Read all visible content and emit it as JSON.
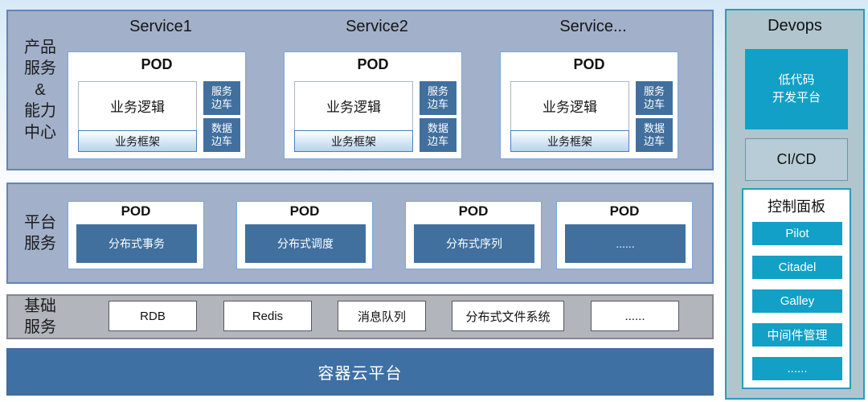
{
  "colors": {
    "section_fill": "#a2b0c9",
    "section_border": "#6185b8",
    "basic_fill": "#b2b6bc",
    "steel_blue": "#41709f",
    "cloud_bar_blue": "#3f70a4",
    "cyan_accent": "#12a0c6",
    "devops_fill": "#b1c5ce",
    "devops_border": "#2a9cb9"
  },
  "products_section": {
    "label_lines": [
      "产品",
      "服务",
      "&",
      "能力",
      "中心"
    ],
    "services": [
      {
        "title": "Service1",
        "pod_label": "POD",
        "logic_label": "业务逻辑",
        "framework_label": "业务框架",
        "sidecar_top_lines": [
          "服务",
          "边车"
        ],
        "sidecar_bottom_lines": [
          "数据",
          "边车"
        ]
      },
      {
        "title": "Service2",
        "pod_label": "POD",
        "logic_label": "业务逻辑",
        "framework_label": "业务框架",
        "sidecar_top_lines": [
          "服务",
          "边车"
        ],
        "sidecar_bottom_lines": [
          "数据",
          "边车"
        ]
      },
      {
        "title": "Service...",
        "pod_label": "POD",
        "logic_label": "业务逻辑",
        "framework_label": "业务框架",
        "sidecar_top_lines": [
          "服务",
          "边车"
        ],
        "sidecar_bottom_lines": [
          "数据",
          "边车"
        ]
      }
    ]
  },
  "platform_section": {
    "label_lines": [
      "平台",
      "服务"
    ],
    "pods": [
      {
        "pod_label": "POD",
        "service": "分布式事务"
      },
      {
        "pod_label": "POD",
        "service": "分布式调度"
      },
      {
        "pod_label": "POD",
        "service": "分布式序列"
      },
      {
        "pod_label": "POD",
        "service": "......"
      }
    ]
  },
  "basic_section": {
    "label_lines": [
      "基础",
      "服务"
    ],
    "items": [
      "RDB",
      "Redis",
      "消息队列",
      "分布式文件系统",
      "......"
    ]
  },
  "cloud_bar": {
    "label": "容器云平台"
  },
  "devops_panel": {
    "title": "Devops",
    "lowcode_lines": [
      "低代码",
      "开发平台"
    ],
    "cicd_label": "CI/CD",
    "control_panel": {
      "title": "控制面板",
      "items": [
        "Pilot",
        "Citadel",
        "Galley",
        "中间件管理",
        "......"
      ]
    }
  }
}
